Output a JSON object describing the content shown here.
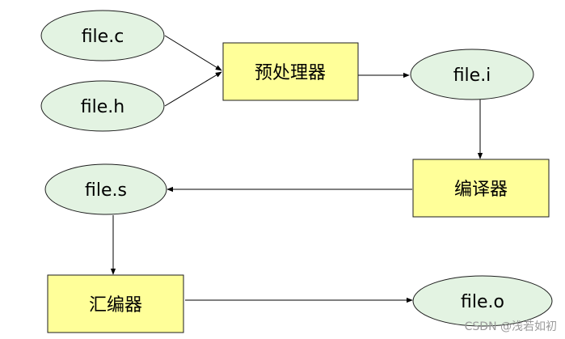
{
  "nodes": {
    "file_c": "file.c",
    "file_h": "file.h",
    "preprocessor": "预处理器",
    "file_i": "file.i",
    "compiler": "编译器",
    "file_s": "file.s",
    "assembler": "汇编器",
    "file_o": "file.o"
  },
  "watermark": "CSDN @浅若如初",
  "colors": {
    "ellipse_fill": "#e3f3e2",
    "box_fill": "#ffff99",
    "stroke": "#1e1e1e",
    "arrow": "#000000"
  }
}
